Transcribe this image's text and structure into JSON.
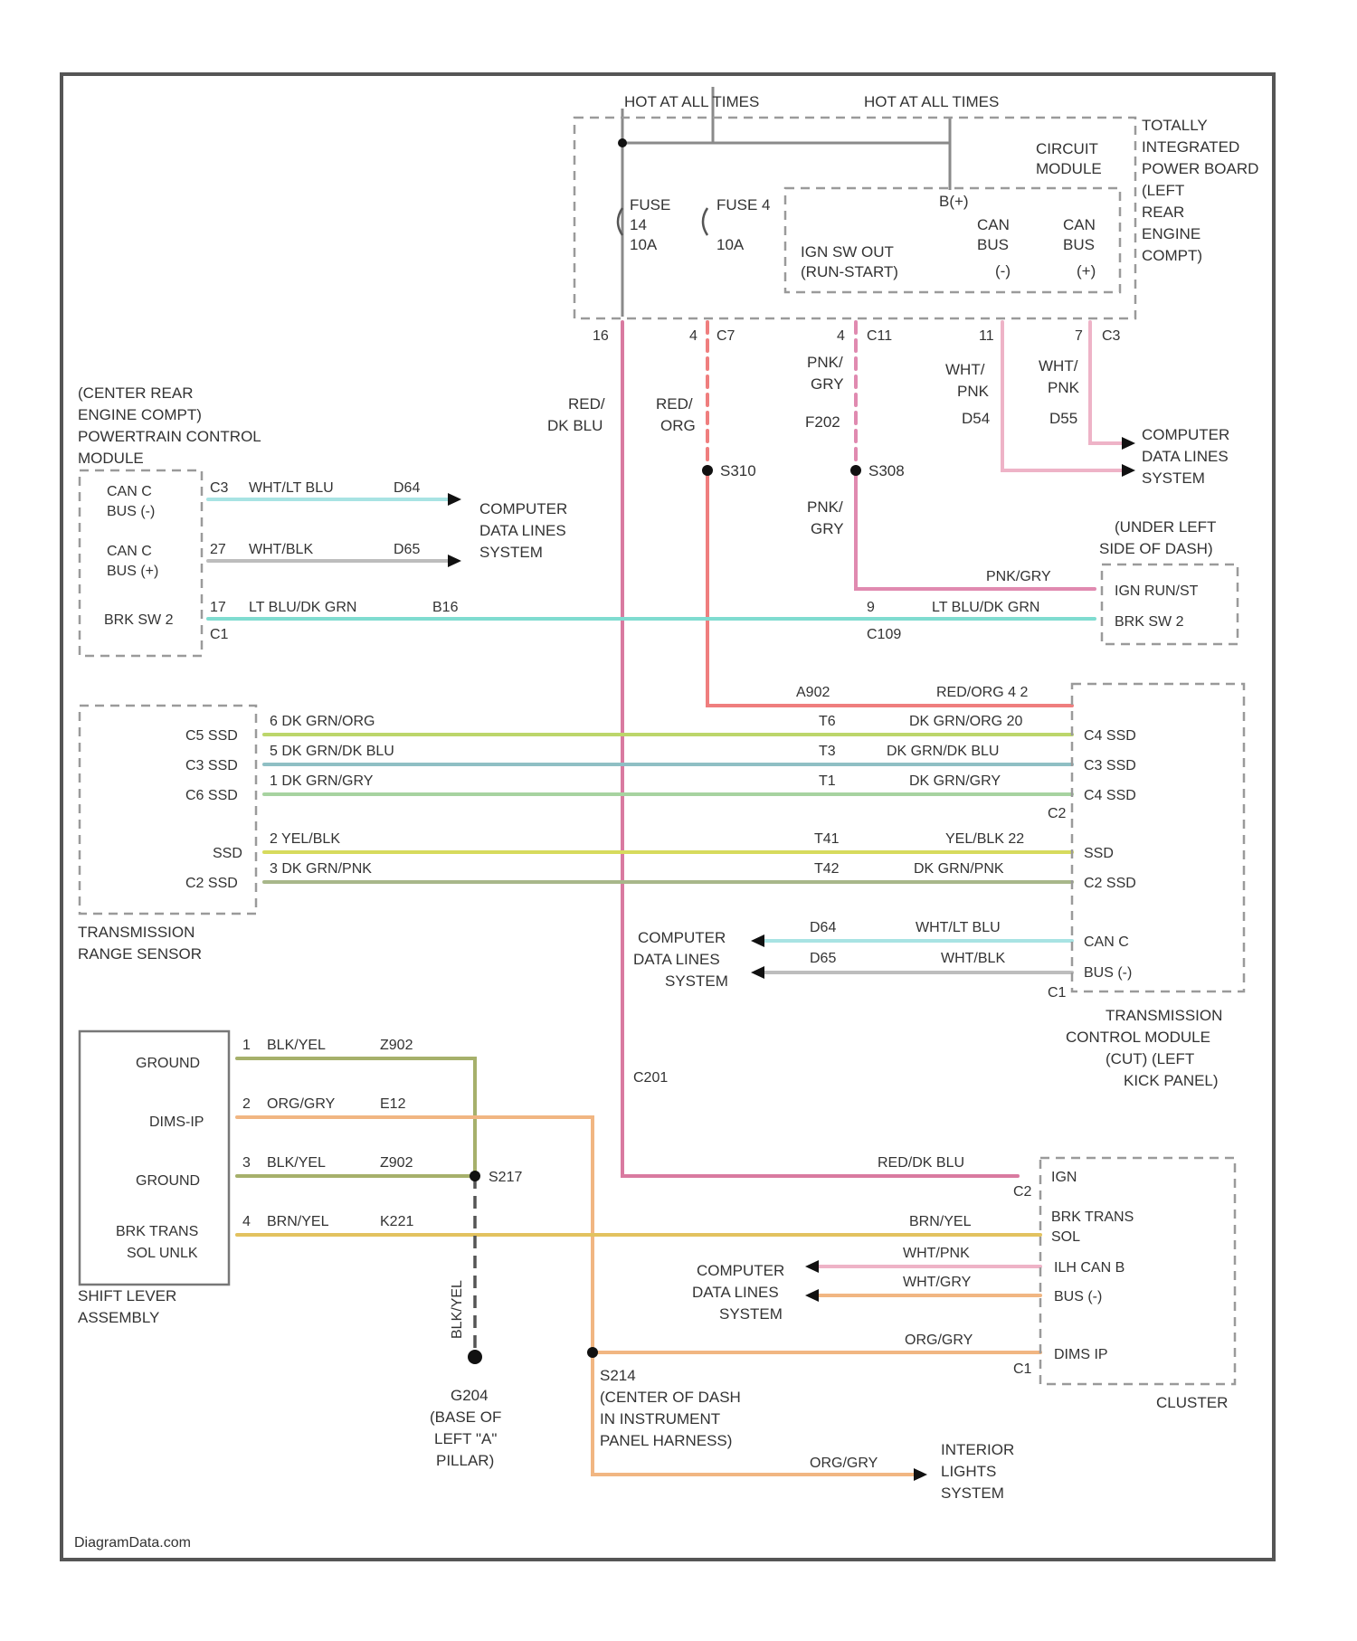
{
  "watermark": "DiagramData.com",
  "top": {
    "hot1": "HOT AT ALL TIMES",
    "hot2": "HOT AT ALL TIMES",
    "fuse14": [
      "FUSE",
      "14",
      "10A"
    ],
    "fuse4": [
      "FUSE 4",
      "10A"
    ],
    "circuit_module": [
      "CIRCUIT",
      "MODULE"
    ],
    "bplus": "B(+)",
    "ign": [
      "IGN SW OUT",
      "(RUN-START)"
    ],
    "canbus1": [
      "CAN",
      "BUS",
      "(-)"
    ],
    "canbus2": [
      "CAN",
      "BUS",
      "(+)"
    ],
    "tipm": [
      "TOTALLY",
      "INTEGRATED",
      "POWER BOARD",
      "(LEFT",
      "REAR",
      "ENGINE",
      "COMPT)"
    ],
    "pins": [
      "16",
      "4",
      "C7",
      "4",
      "C11",
      "11",
      "7",
      "C3"
    ]
  },
  "wires_top": {
    "w1": [
      "RED/",
      "DK BLU"
    ],
    "w2": [
      "RED/",
      "ORG"
    ],
    "w3": [
      "PNK/",
      "GRY"
    ],
    "f202": "F202",
    "w4": [
      "WHT/",
      "PNK"
    ],
    "d54a": "D54",
    "w5": [
      "WHT/",
      "PNK"
    ],
    "d55a": "D55",
    "computer_data1": [
      "COMPUTER",
      "DATA LINES",
      "SYSTEM"
    ],
    "s310": "S310",
    "s308": "S308",
    "w6": [
      "PNK/",
      "GRY"
    ]
  },
  "pcm": {
    "label": [
      "(CENTER REAR",
      "ENGINE COMPT)",
      "POWERTRAIN CONTROL",
      "MODULE"
    ],
    "pins": [
      {
        "name": [
          "CAN C",
          "BUS (-)"
        ],
        "num": "C3",
        "wire": "WHT/LT BLU",
        "circuit": "D64"
      },
      {
        "name": [
          "CAN C",
          "BUS (+)"
        ],
        "num": "27",
        "wire": "WHT/BLK",
        "circuit": "D65"
      },
      {
        "name": [
          "BRK SW 2"
        ],
        "num": "17",
        "wire": "LT BLU/DK GRN",
        "circuit": "B16"
      }
    ],
    "conn": "C1",
    "computer_data2": [
      "COMPUTER",
      "DATA LINES",
      "SYSTEM"
    ]
  },
  "brake_switch": {
    "label": [
      "(UNDER LEFT",
      "SIDE OF DASH)"
    ],
    "pins": [
      "IGN RUN/ST",
      "BRK SW 2"
    ],
    "wire1": "PNK/GRY",
    "wire2": "LT BLU/DK GRN",
    "c109_num": "9",
    "c109": "C109"
  },
  "tcm": {
    "label": [
      "TRANSMISSION",
      "CONTROL MODULE",
      "(CUT) (LEFT",
      "KICK PANEL)"
    ],
    "top_wire": {
      "circuit": "A902",
      "label": "RED/ORG 4 2"
    },
    "pins": [
      "C4 SSD",
      "C3 SSD",
      "C4 SSD",
      "SSD",
      "C2 SSD"
    ],
    "c2": "C2",
    "can_pins": [
      "CAN C",
      "BUS (-)"
    ],
    "c1": "C1",
    "computer_data3": [
      "COMPUTER",
      "DATA LINES",
      "SYSTEM"
    ],
    "d64b": "D64",
    "d65b": "D65",
    "can_w1": "WHT/LT BLU",
    "can_w2": "WHT/BLK"
  },
  "trs": {
    "label": [
      "TRANSMISSION",
      "RANGE SENSOR"
    ],
    "pins": [
      "C5 SSD",
      "C3 SSD",
      "C6 SSD",
      "SSD",
      "C2 SSD"
    ],
    "wires": [
      {
        "left": "6  DK GRN/ORG",
        "circuit": "T6",
        "right": "DK GRN/ORG 20"
      },
      {
        "left": "5  DK GRN/DK BLU",
        "circuit": "T3",
        "right": "DK GRN/DK BLU"
      },
      {
        "left": "1  DK GRN/GRY",
        "circuit": "T1",
        "right": "DK GRN/GRY"
      },
      {
        "left": "2  YEL/BLK",
        "circuit": "T41",
        "right": "YEL/BLK 22"
      },
      {
        "left": "3  DK GRN/PNK",
        "circuit": "T42",
        "right": "DK GRN/PNK"
      }
    ]
  },
  "c201": "C201",
  "shift_lever": {
    "label": [
      "SHIFT LEVER",
      "ASSEMBLY"
    ],
    "pins": [
      "GROUND",
      "DIMS-IP",
      "GROUND",
      "BRK TRANS"
    ],
    "pin4b": "SOL UNLK",
    "wires": [
      {
        "num": "1",
        "color": "BLK/YEL",
        "circuit": "Z902"
      },
      {
        "num": "2",
        "color": "ORG/GRY",
        "circuit": "E12"
      },
      {
        "num": "3",
        "color": "BLK/YEL",
        "circuit": "Z902"
      },
      {
        "num": "4",
        "color": "BRN/YEL",
        "circuit": "K221"
      }
    ]
  },
  "ground": {
    "s217": "S217",
    "wire": "BLK/YEL",
    "g204": [
      "G204",
      "(BASE OF",
      "LEFT \"A\"",
      "PILLAR)"
    ]
  },
  "s214": [
    "S214",
    "(CENTER OF DASH",
    "IN INSTRUMENT",
    "PANEL HARNESS)"
  ],
  "cluster": {
    "label": "CLUSTER",
    "pins": [
      "IGN",
      "BRK TRANS",
      "SOL",
      "ILH CAN B",
      "BUS (-)",
      "DIMS IP"
    ],
    "w_ign": "RED/DK BLU",
    "w_brk": "BRN/YEL",
    "w_can1": "WHT/PNK",
    "w_can2": "WHT/GRY",
    "w_dim": "ORG/GRY",
    "c2": "C2",
    "c1": "C1",
    "computer_data4": [
      "COMPUTER",
      "DATA LINES",
      "SYSTEM"
    ]
  },
  "interior": {
    "wire": "ORG/GRY",
    "label": [
      "INTERIOR",
      "LIGHTS",
      "SYSTEM"
    ]
  },
  "colors": {
    "red_blu": "#d97aa0",
    "red_org": "#ef7e7e",
    "pnk_gry": "#e08ab0",
    "wht_pnk": "#eeb3c7",
    "wht_lt_blu": "#a8e3e3",
    "wht_blk": "#bdbdbd",
    "lt_blu_grn": "#7fdcd0",
    "grn_org": "#bcd66b",
    "grn_blu": "#8fbfc4",
    "grn_gry": "#a7d3a0",
    "yel_blk": "#d7db5d",
    "grn_pnk": "#a8b78a",
    "blk_yel": "#a6b06b",
    "org_gry": "#f1b682",
    "brn_yel": "#e2c25f"
  }
}
